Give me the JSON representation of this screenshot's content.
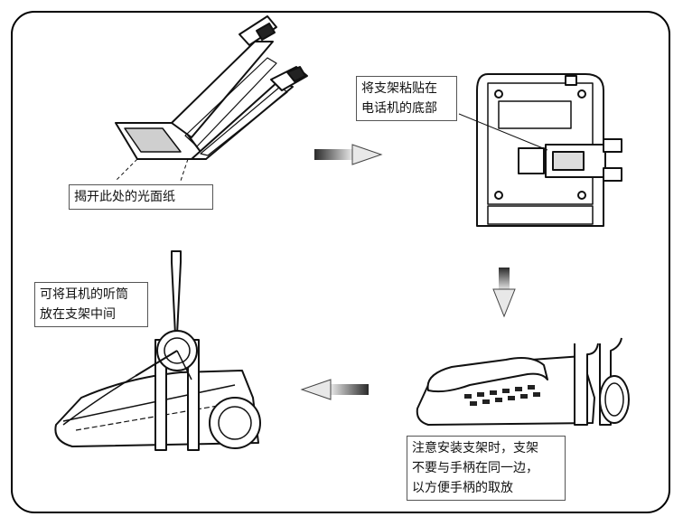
{
  "callouts": {
    "peel": {
      "lines": [
        "揭开此处的光面纸"
      ]
    },
    "stick": {
      "lines": [
        "将支架粘贴在",
        "电话机的底部"
      ]
    },
    "attention": {
      "lines": [
        "注意安装支架时，支架",
        "不要与手柄在同一边，",
        "以方便手柄的取放"
      ]
    },
    "handset": {
      "lines": [
        "可将耳机的听筒",
        "放在支架中间"
      ]
    }
  },
  "arrows": {
    "step1_to_2": "right",
    "step2_to_3": "down",
    "step3_to_4": "left"
  },
  "colors": {
    "line": "#111111",
    "arrow_dark": "#333333",
    "arrow_light": "#eeeeee"
  }
}
